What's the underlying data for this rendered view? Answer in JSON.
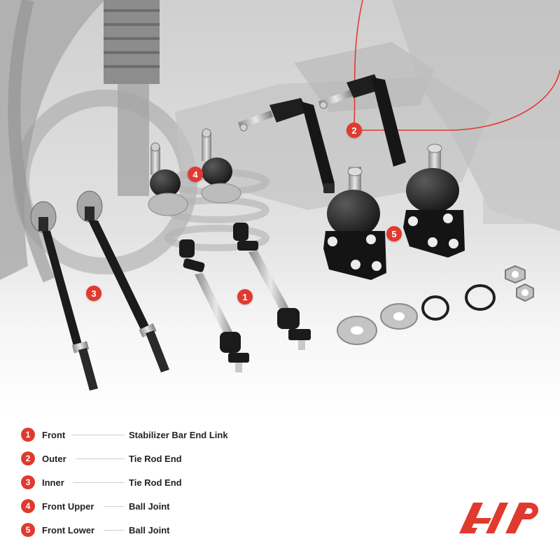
{
  "callouts": [
    {
      "number": "2",
      "label_for": "Outer Tie Rod End"
    },
    {
      "number": "4",
      "label_for": "Front Upper Ball Joint"
    },
    {
      "number": "5",
      "label_for": "Front Lower Ball Joint"
    },
    {
      "number": "3",
      "label_for": "Inner Tie Rod End"
    },
    {
      "number": "1",
      "label_for": "Front Stabilizer Bar End Link"
    }
  ],
  "legend": [
    {
      "number": "1",
      "position": "Front",
      "part": "Stabilizer Bar End Link"
    },
    {
      "number": "2",
      "position": "Outer",
      "part": "Tie Rod End"
    },
    {
      "number": "3",
      "position": "Inner",
      "part": "Tie Rod End"
    },
    {
      "number": "4",
      "position": "Front Upper",
      "part": "Ball Joint"
    },
    {
      "number": "5",
      "position": "Front Lower",
      "part": "Ball Joint"
    }
  ],
  "colors": {
    "accent": "#e03a2f",
    "part_black": "#1b1b1b",
    "metal": "#c9c9c9",
    "background_gray": "#dcdcdc"
  },
  "logo": {
    "icon": "a-premium-logo",
    "color": "#e03a2f"
  }
}
